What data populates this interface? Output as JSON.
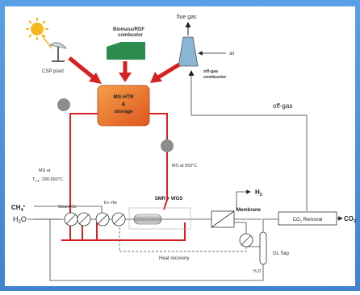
{
  "labels": {
    "csp_plant": "CSP plant",
    "combustor": [
      "Biomass/RDF",
      "combustor"
    ],
    "flue_gas": "flue gas",
    "air": "air",
    "offgas_combustor": [
      "off-gas",
      "combustor"
    ],
    "ms_htr": [
      "MS-HTR",
      "&",
      "storage"
    ],
    "off_gas": "off-gas",
    "ms_at": "MS at",
    "t_ms": "T",
    "t_ms_sub": "ms",
    "t_ms_range": ": 290-550°C",
    "ms_at_550": "MS at 550°C",
    "h2": "H",
    "h2_sub": "2",
    "ch4": "CH",
    "ch4_sub": "4",
    "ch4_suffix": "*",
    "steam_gen": "Steam-Ge",
    "ev_hts": "Ev.-Hts",
    "smr_wgs": "SMR + WGS",
    "membrane": "Membrane",
    "co2_removal_pre": "CO",
    "co2_removal_sub": "2",
    "co2_removal_post": " Removal",
    "co2_out": "CO",
    "co2_out_sub": "2",
    "h2o": "H",
    "h2o_sub": "2",
    "h2o_post": "O",
    "heat_recovery": "Heat recovery",
    "gl_sep": "GL Sep",
    "h2o_small": "H₂O"
  },
  "colors": {
    "background": "#4a90d9",
    "panel": "#ffffff",
    "sun": "#f5b820",
    "combustor": "#2e8b4e",
    "molten_salt": "#e8622a",
    "red_line": "#d92020",
    "gray_line": "#666666",
    "offgas_unit": "#8ab6d6"
  }
}
